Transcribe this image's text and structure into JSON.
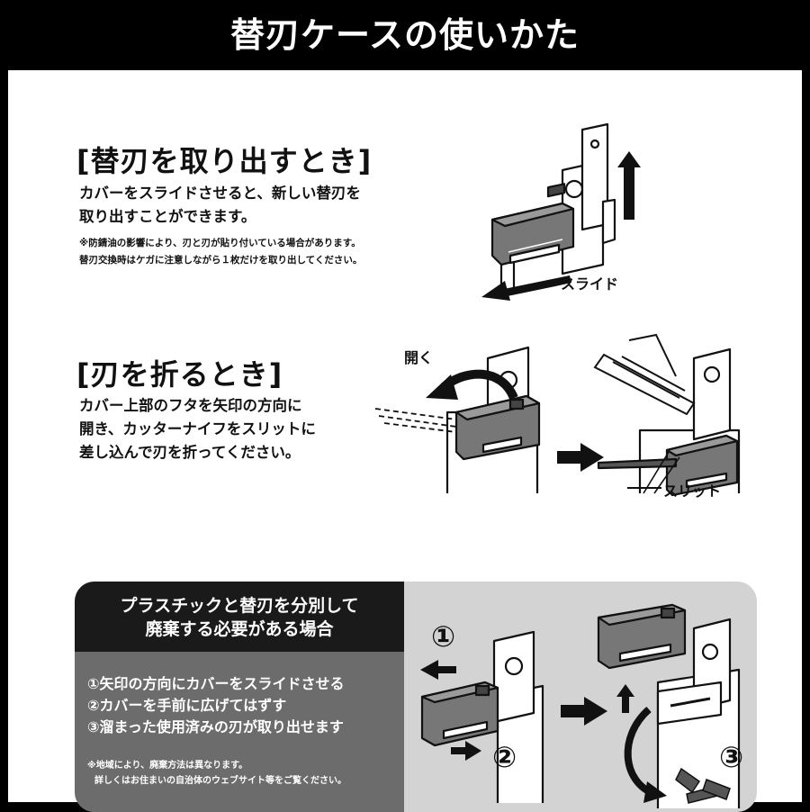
{
  "title": "替刃ケースの使いかた",
  "section1": {
    "heading": "[替刃を取り出すとき]",
    "body": [
      "カバーをスライドさせると、新しい替刃を",
      "取り出すことができます。"
    ],
    "notes": [
      "※防錆油の影響により、刃と刃が貼り付いている場合があります。",
      "替刃交換時はケガに注意しながら１枚だけを取り出してください。"
    ],
    "label_slide": "スライド"
  },
  "section2": {
    "heading": "[刃を折るとき]",
    "body": [
      "カバー上部のフタを矢印の方向に",
      "開き、カッターナイフをスリットに",
      "差し込んで刃を折ってください。"
    ],
    "label_open": "開く",
    "label_slit": "スリット"
  },
  "section3": {
    "heading": [
      "プラスチックと替刃を分別して",
      "廃棄する必要がある場合"
    ],
    "steps": [
      "①矢印の方向にカバーをスライドさせる",
      "②カバーを手前に広げてはずす",
      "③溜まった使用済みの刃が取り出せます"
    ],
    "notes": [
      "※地域により、廃棄方法は異なります。",
      "詳しくはお住まいの自治体のウェブサイト等をご覧ください。"
    ],
    "circle1": "①",
    "circle2": "②",
    "circle3": "③"
  },
  "colors": {
    "frame": "#000000",
    "panel": "#ffffff",
    "cover": "#777777",
    "box_dark": "#1a1a1a",
    "box_mid": "#6c6c6c",
    "box_light": "#d3d3d3"
  },
  "icons": [
    "arrow-up-icon",
    "arrow-left-icon",
    "arrow-right-icon",
    "curved-arrow-icon"
  ]
}
